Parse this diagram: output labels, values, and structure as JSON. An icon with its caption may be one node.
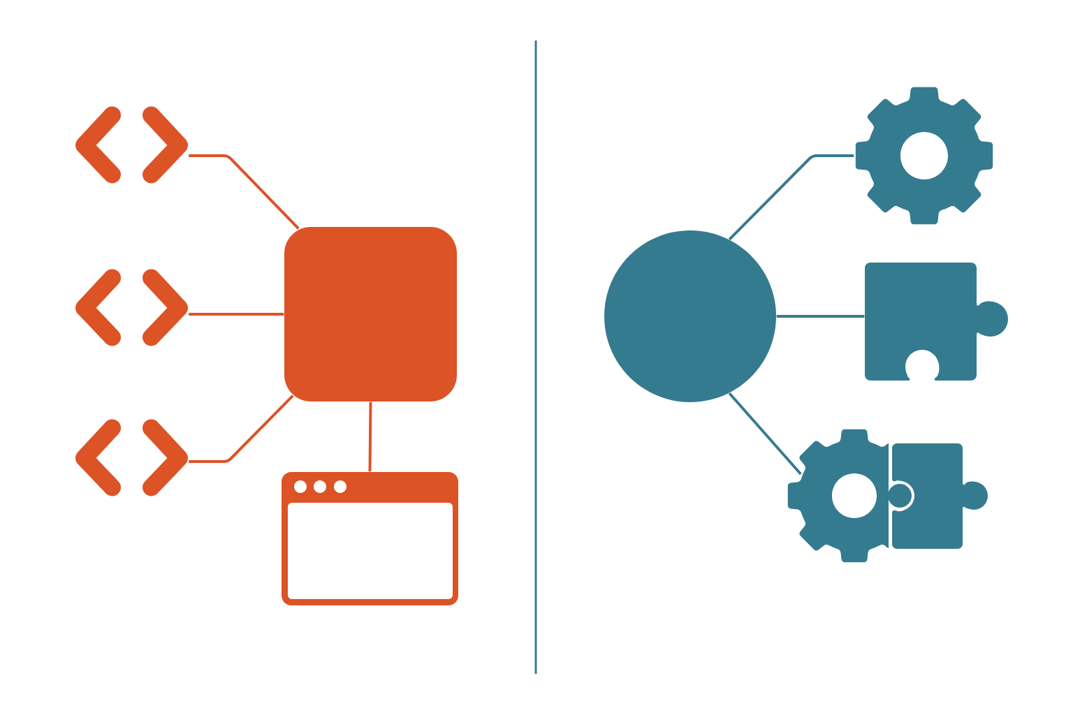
{
  "diagram": {
    "nodes": [
      {
        "text": [],
        "shape": "brackets"
      },
      {
        "text": [],
        "shape": "brackets"
      },
      {
        "text": [],
        "shape": "brackets"
      },
      {
        "text": [],
        "shape": "box"
      },
      {
        "text": [],
        "shape": "window"
      },
      {
        "text": [],
        "shape": "circle"
      },
      {
        "text": [],
        "shape": "gear"
      },
      {
        "text": [],
        "shape": "puzzle"
      },
      {
        "text": [],
        "shape": "picture"
      }
    ],
    "edges": [
      {
        "from": 0,
        "to": 3,
        "arrow": "none"
      },
      {
        "from": 1,
        "to": 3,
        "arrow": "none"
      },
      {
        "from": 2,
        "to": 3,
        "arrow": "none"
      },
      {
        "from": 3,
        "to": 4,
        "arrow": "none"
      },
      {
        "from": 5,
        "to": 6,
        "arrow": "none",
        "color": "#357b8f"
      },
      {
        "from": 5,
        "to": 7,
        "arrow": "none",
        "color": "#357b8f"
      },
      {
        "from": 5,
        "to": 8,
        "arrow": "none",
        "color": "#357b8f"
      }
    ]
  }
}
